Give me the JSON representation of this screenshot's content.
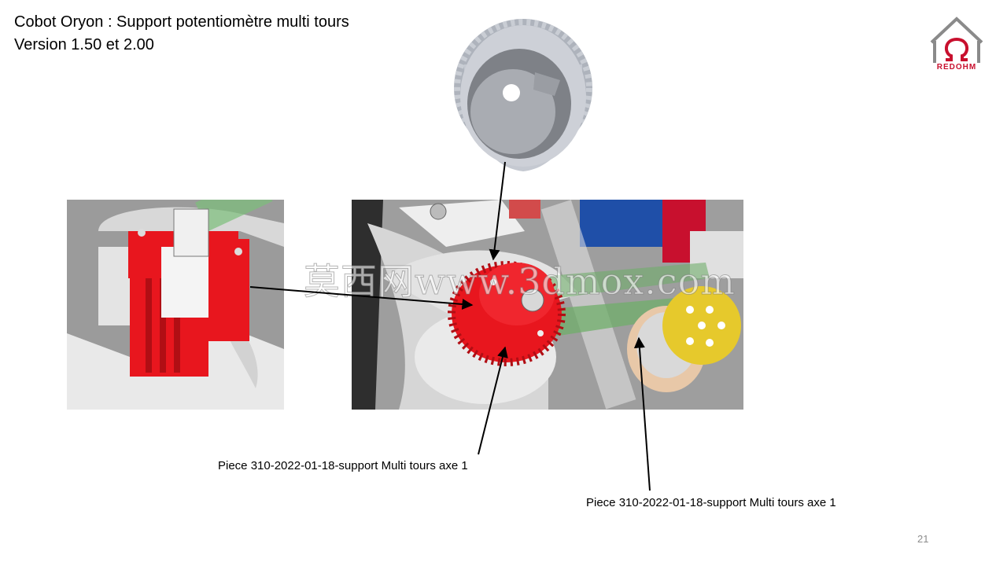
{
  "slide": {
    "title_line1": "Cobot Oryon : Support potentiomètre multi tours",
    "title_line2": "Version 1.50 et 2.00",
    "page_number": "21"
  },
  "logo": {
    "text": "REDOHM",
    "icon": "omega-house-logo-icon"
  },
  "captions": [
    "Piece 310-2022-01-18-support Multi tours axe 1",
    "Piece 310-2022-01-18-support Multi tours axe 1"
  ],
  "watermark": "莫西网www.3dmox.com",
  "colors": {
    "highlight_red": "#e8161e",
    "belt_green": "#6fae6a",
    "pulley_yellow": "#e6c92c",
    "blue_part": "#1f4fa8",
    "part_gray": "#cfd2d8"
  }
}
